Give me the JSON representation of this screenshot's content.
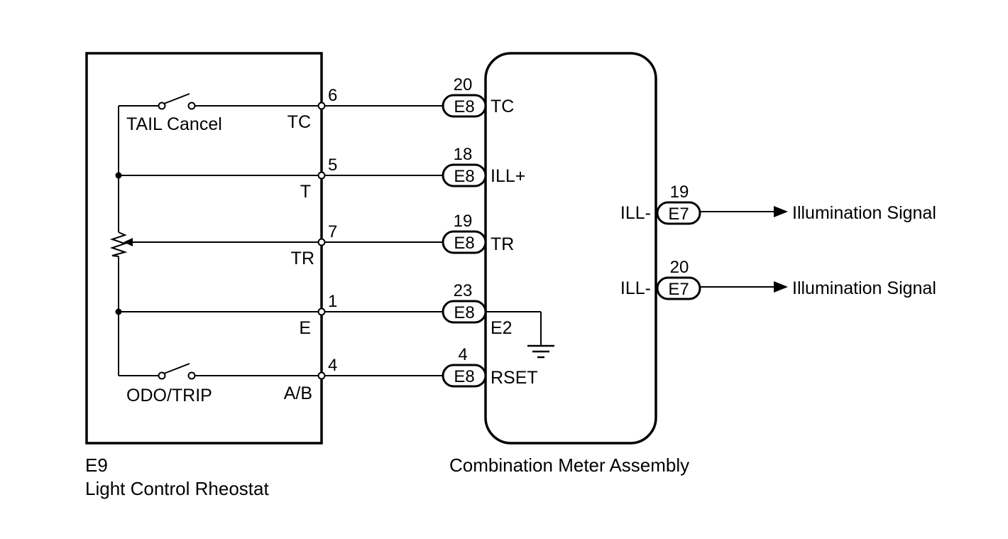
{
  "rheostat": {
    "code": "E9",
    "name": "Light Control Rheostat",
    "switch_top_label": "TAIL Cancel",
    "switch_bottom_label": "ODO/TRIP",
    "pins": [
      {
        "number": "6",
        "name": "TC"
      },
      {
        "number": "5",
        "name": "T"
      },
      {
        "number": "7",
        "name": "TR"
      },
      {
        "number": "1",
        "name": "E"
      },
      {
        "number": "4",
        "name": "A/B"
      }
    ]
  },
  "meter": {
    "name": "Combination Meter Assembly",
    "inputs": [
      {
        "pin": "20",
        "connector": "E8",
        "name": "TC"
      },
      {
        "pin": "18",
        "connector": "E8",
        "name": "ILL+"
      },
      {
        "pin": "19",
        "connector": "E8",
        "name": "TR"
      },
      {
        "pin": "23",
        "connector": "E8",
        "name": "E2"
      },
      {
        "pin": "4",
        "connector": "E8",
        "name": "RSET"
      }
    ],
    "outputs": [
      {
        "pin": "19",
        "connector": "E7",
        "name": "ILL-",
        "signal": "Illumination Signal"
      },
      {
        "pin": "20",
        "connector": "E7",
        "name": "ILL-",
        "signal": "Illumination Signal"
      }
    ]
  }
}
